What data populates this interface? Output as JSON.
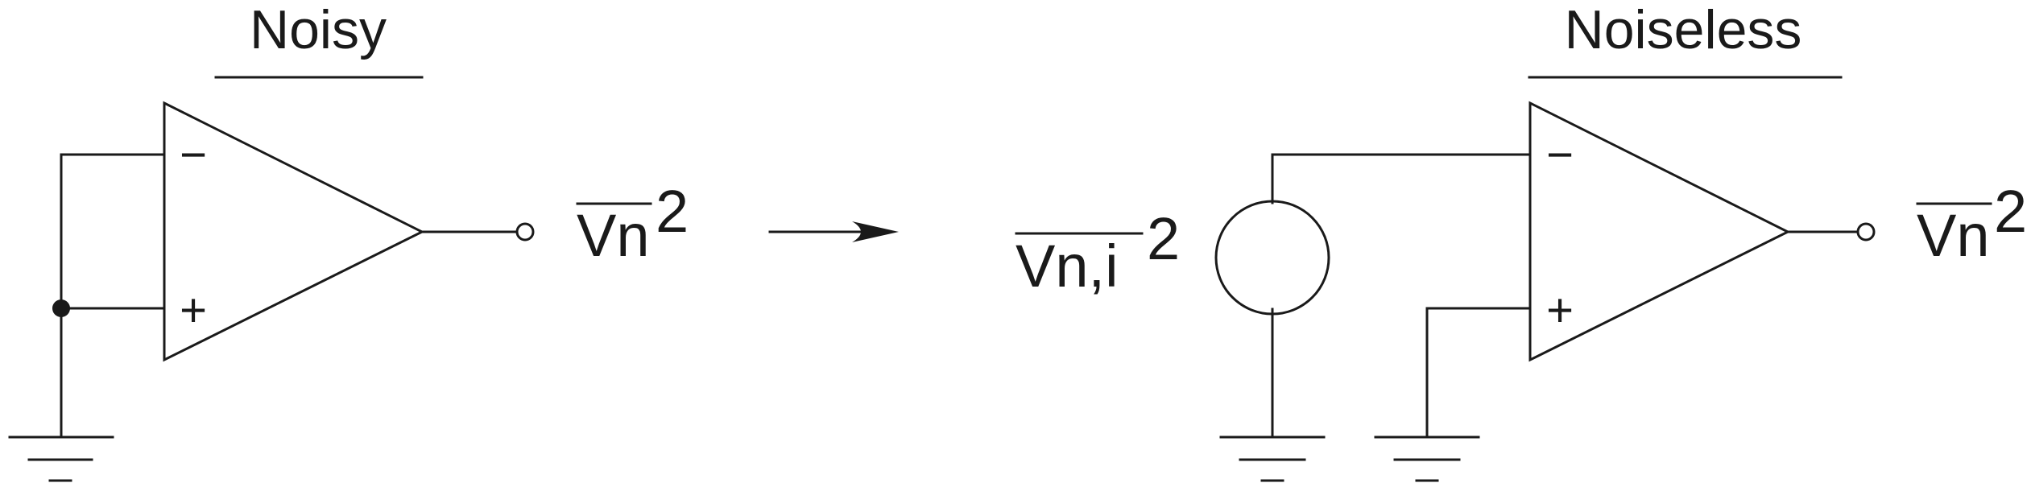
{
  "left_circuit": {
    "title": "Noisy",
    "minus_sign": "−",
    "plus_sign": "+",
    "output_label": "Vn",
    "output_exponent": "2"
  },
  "right_circuit": {
    "title": "Noiseless",
    "minus_sign": "−",
    "plus_sign": "+",
    "source_label": "Vn,i",
    "source_exponent": "2",
    "output_label": "Vn",
    "output_exponent": "2"
  },
  "colors": {
    "stroke": "#1a1a1a",
    "background": "#ffffff"
  }
}
